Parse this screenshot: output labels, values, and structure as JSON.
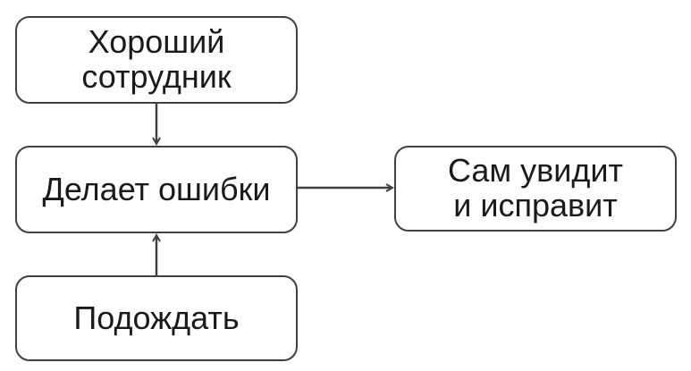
{
  "diagram": {
    "nodes": {
      "good_employee": "Хороший\nсотрудник",
      "makes_mistakes": "Делает ошибки",
      "wait": "Подождать",
      "will_fix": "Сам увидит\nи исправит"
    },
    "edges": [
      {
        "from": "good_employee",
        "to": "makes_mistakes"
      },
      {
        "from": "wait",
        "to": "makes_mistakes"
      },
      {
        "from": "makes_mistakes",
        "to": "will_fix"
      }
    ],
    "colors": {
      "stroke": "#404040",
      "text": "#1a1a1a",
      "background": "#ffffff"
    }
  }
}
